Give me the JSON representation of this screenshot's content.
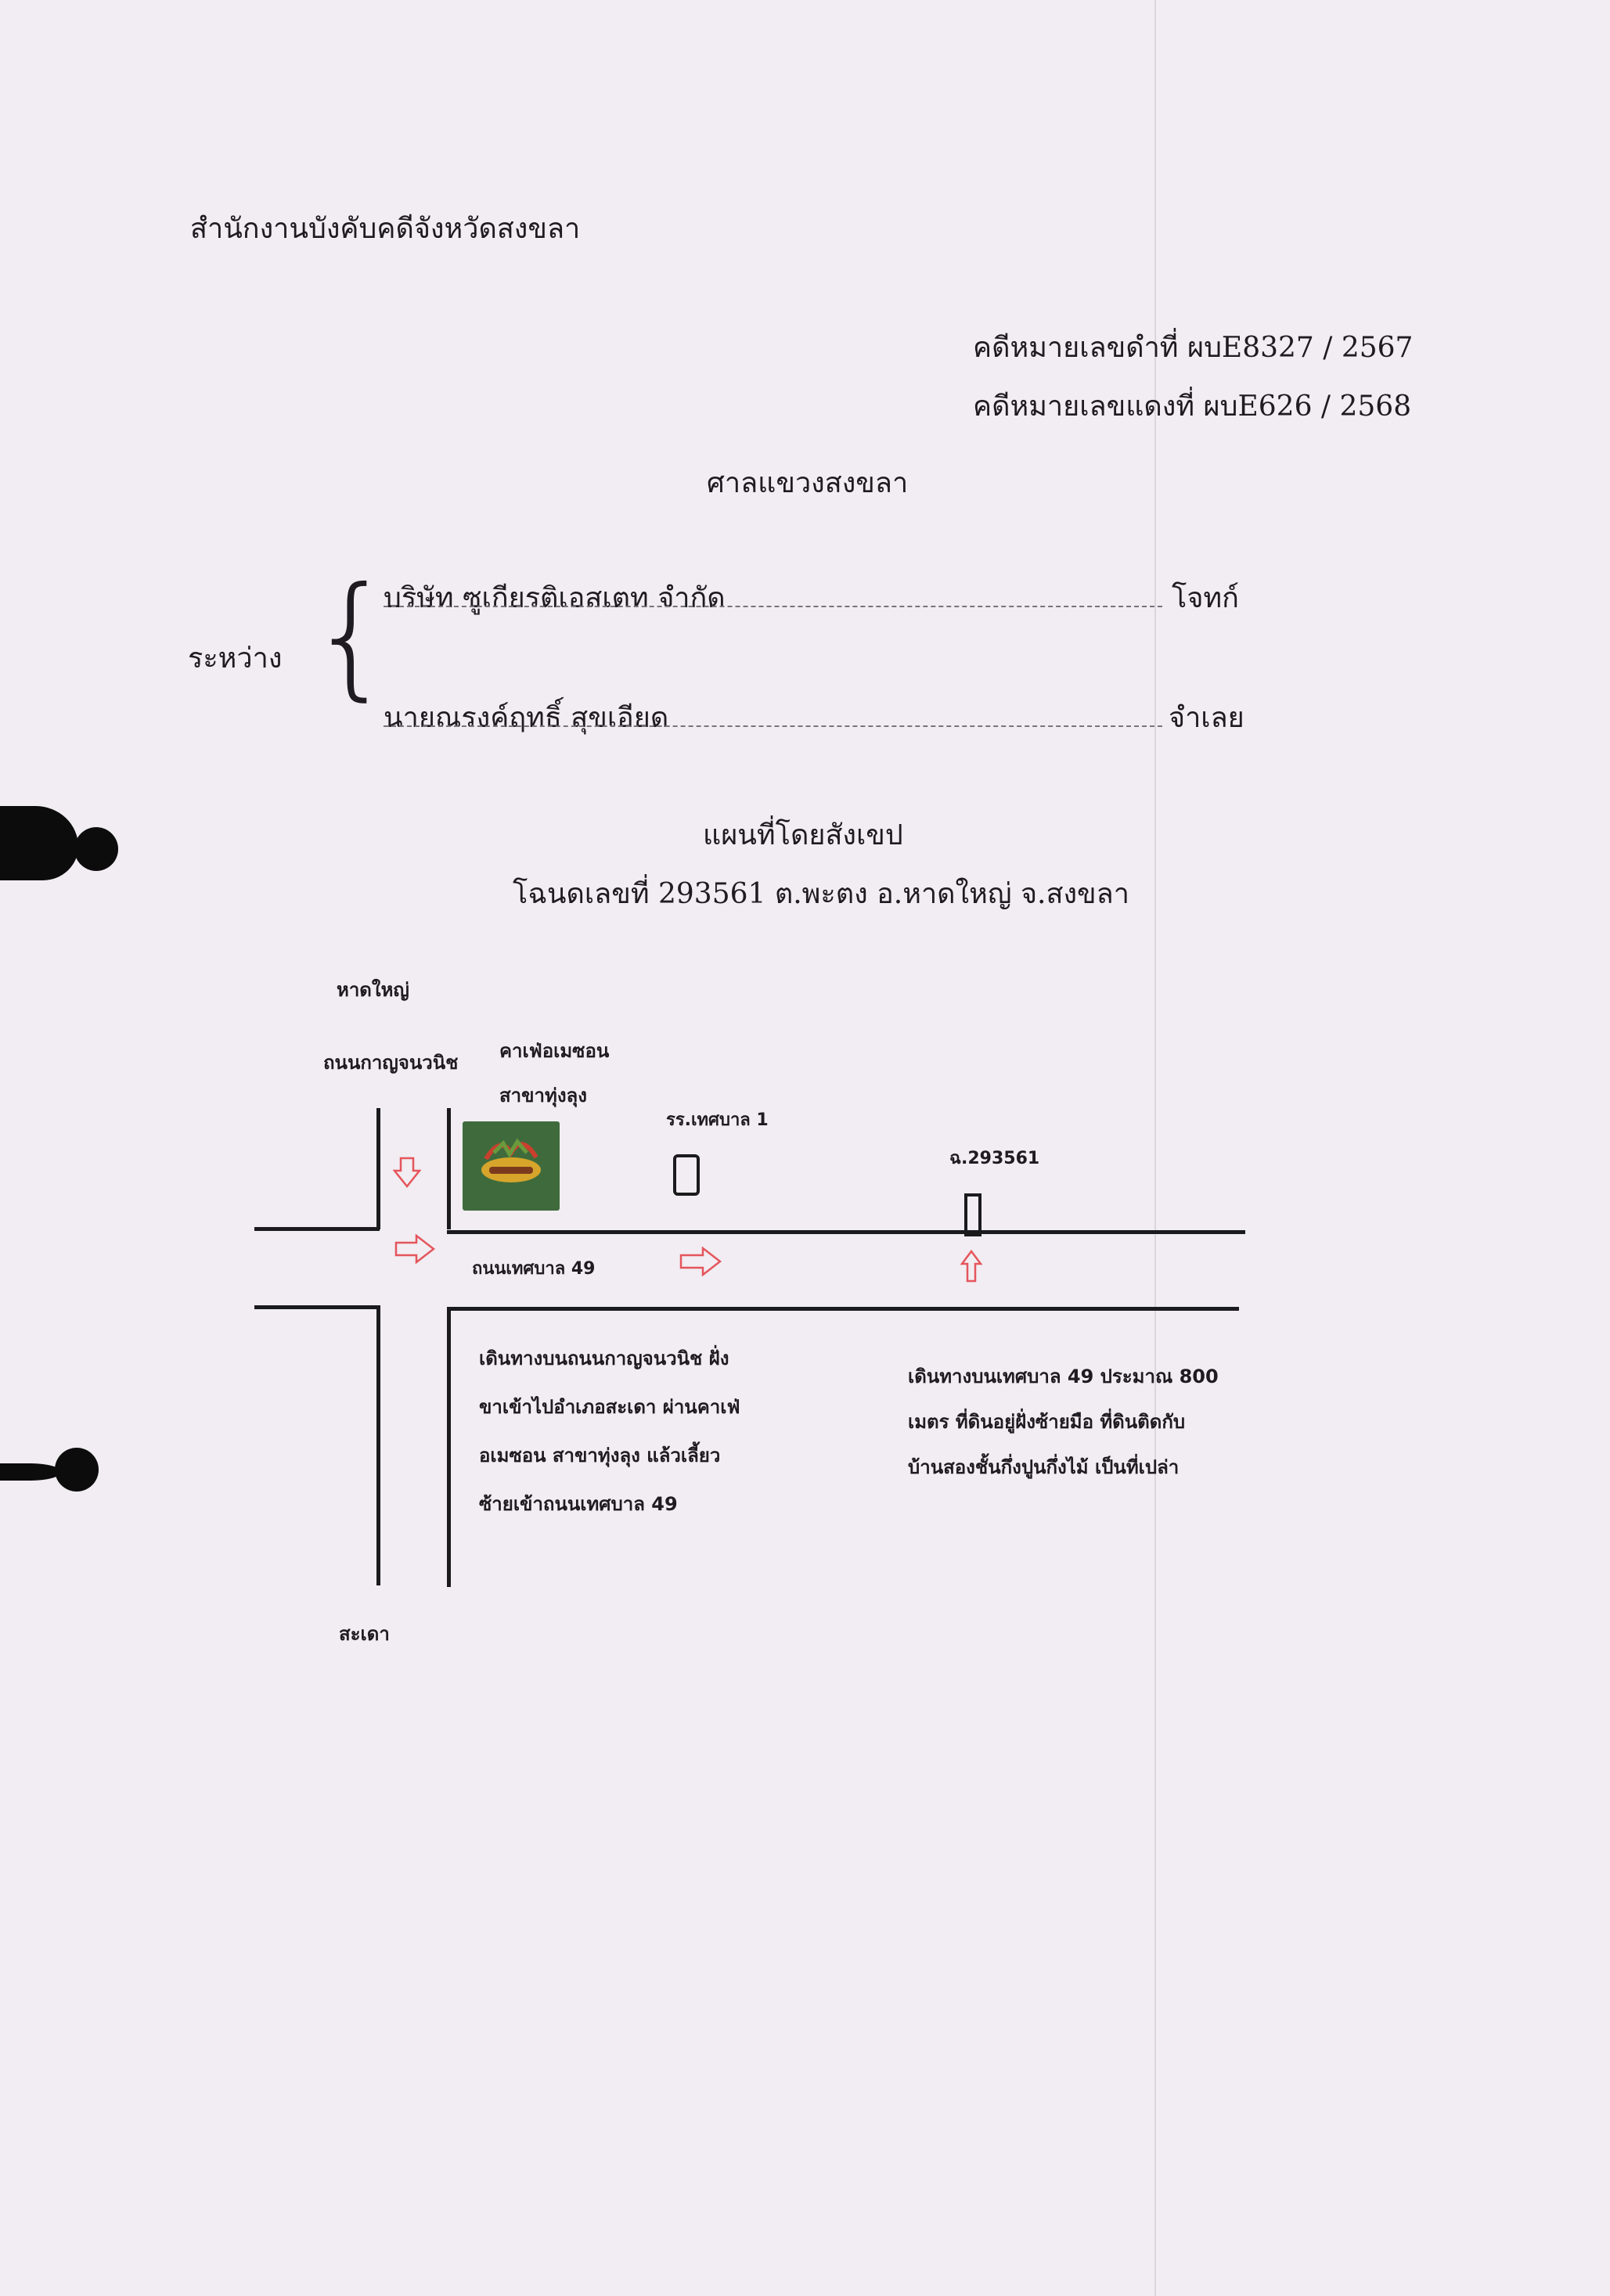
{
  "header": {
    "office": "สำนักงานบังคับคดีจังหวัดสงขลา",
    "black_case": "คดีหมายเลขดำที่ ผบE8327 / 2567",
    "red_case": "คดีหมายเลขแดงที่ ผบE626 / 2568",
    "court": "ศาลแขวงสงขลา"
  },
  "parties": {
    "between_label": "ระหว่าง",
    "plaintiff_name": "บริษัท ซูเกียรติเอสเตท จำกัด",
    "plaintiff_role": "โจทก์",
    "defendant_name": "นายณรงค์ฤทธิ์ สุขเอียด",
    "defendant_role": "จำเลย"
  },
  "map_heading": {
    "title": "แผนที่โดยสังเขป",
    "subtitle": "โฉนดเลขที่ 293561 ต.พะตง อ.หาดใหญ่ จ.สงขลา"
  },
  "map": {
    "north_label": "หาดใหญ่",
    "main_road_label": "ถนนกาญจนวนิช",
    "cafe_label_line1": "คาเฟ่อเมซอน",
    "cafe_label_line2": "สาขาทุ่งลุง",
    "school_label": "รร.เทศบาล 1",
    "deed_label": "ฉ.293561",
    "side_road_label": "ถนนเทศบาล 49",
    "south_label": "สะเดา",
    "note_left": [
      "เดินทางบนถนนกาญจนวนิช ฝั่ง",
      "ขาเข้าไปอำเภอสะเดา ผ่านคาเฟ่",
      "อเมซอน สาขาทุ่งลุง แล้วเลี้ยว",
      "ซ้ายเข้าถนนเทศบาล 49"
    ],
    "note_right": [
      "เดินทางบนเทศบาล 49 ประมาณ 800",
      "เมตร ที่ดินอยู่ฝั่งซ้ายมือ ที่ดินติดกับ",
      "บ้านสองชั้นกึ่งปูนกึ่งไม้ เป็นที่เปล่า"
    ],
    "road_color": "#1b1a1c",
    "arrow_color": "#e4555c",
    "logo_bg": "#3f6b3c"
  }
}
